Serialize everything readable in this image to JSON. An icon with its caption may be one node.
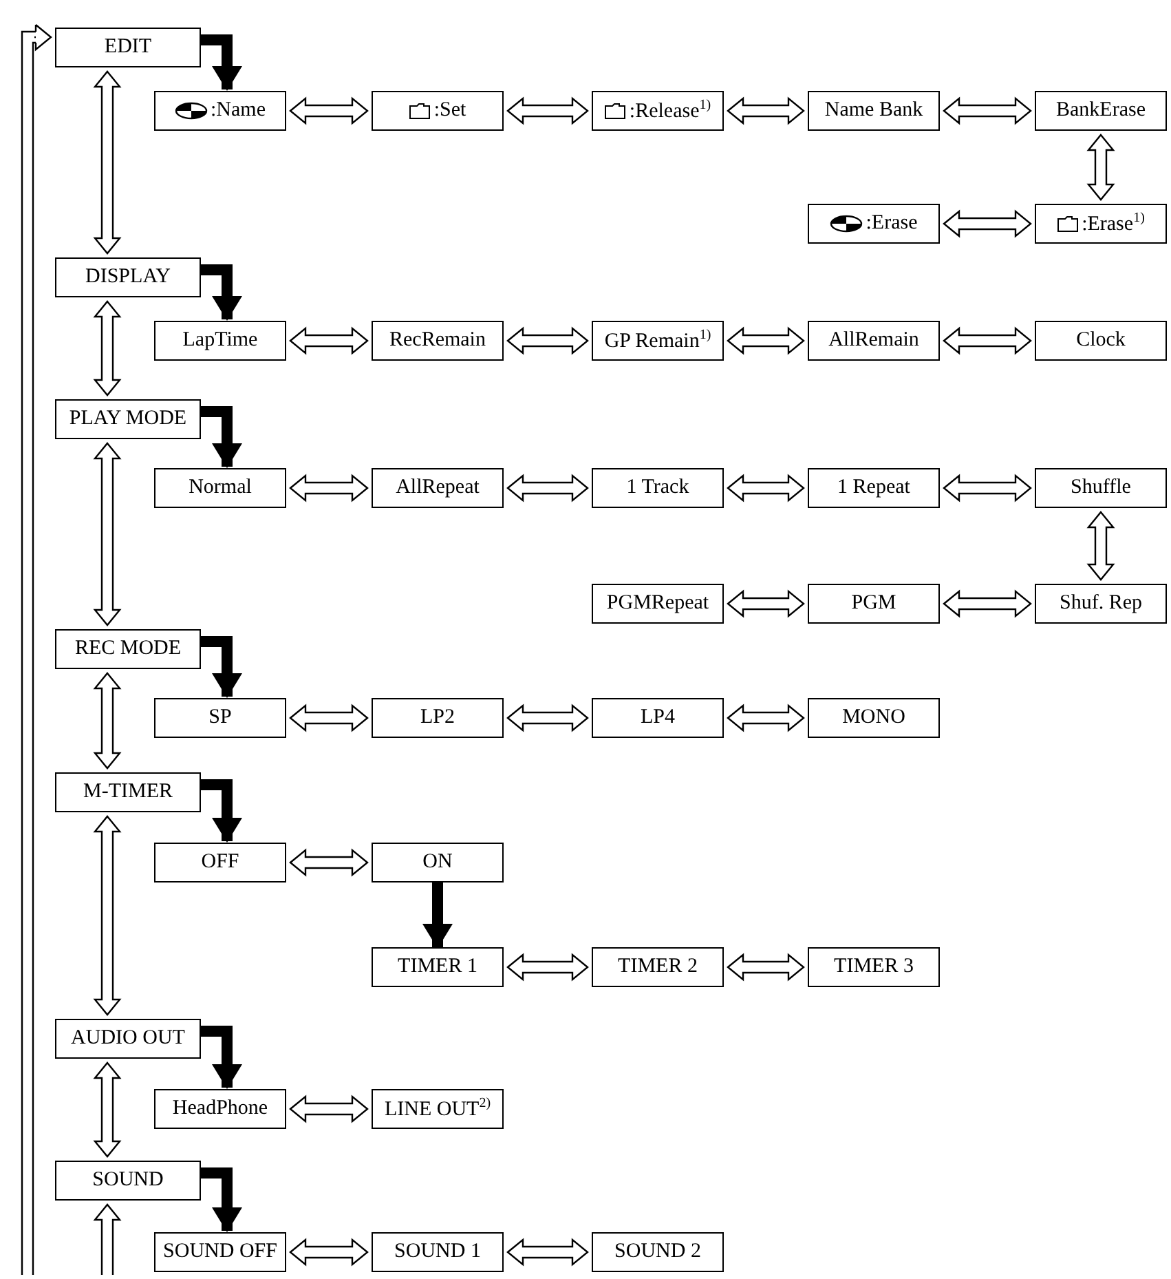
{
  "diagram": {
    "nodes": [
      {
        "text": [
          "EDIT"
        ]
      },
      {
        "text": [
          ":Name"
        ]
      },
      {
        "text": [
          ":Set"
        ]
      },
      {
        "text": [
          ":Release$^{1)}$"
        ]
      },
      {
        "text": [
          "Name Bank"
        ]
      },
      {
        "text": [
          "BankErase"
        ]
      },
      {
        "text": [
          ":Erase"
        ]
      },
      {
        "text": [
          ":Erase$^{1)}$"
        ]
      },
      {
        "text": [
          "DISPLAY"
        ]
      },
      {
        "text": [
          "LapTime"
        ]
      },
      {
        "text": [
          "RecRemain"
        ]
      },
      {
        "text": [
          "GP Remain$^{1)}$"
        ]
      },
      {
        "text": [
          "AllRemain"
        ]
      },
      {
        "text": [
          "Clock"
        ]
      },
      {
        "text": [
          "PLAY MODE"
        ]
      },
      {
        "text": [
          "Normal"
        ]
      },
      {
        "text": [
          "AllRepeat"
        ]
      },
      {
        "text": [
          "1 Track"
        ]
      },
      {
        "text": [
          "1 Repeat"
        ]
      },
      {
        "text": [
          "Shuffle"
        ]
      },
      {
        "text": [
          "PGMRepeat"
        ]
      },
      {
        "text": [
          "PGM"
        ]
      },
      {
        "text": [
          "Shuf. Rep"
        ]
      },
      {
        "text": [
          "REC MODE"
        ]
      },
      {
        "text": [
          "SP"
        ]
      },
      {
        "text": [
          "LP2"
        ]
      },
      {
        "text": [
          "LP4"
        ]
      },
      {
        "text": [
          "MONO"
        ]
      },
      {
        "text": [
          "M-TIMER"
        ]
      },
      {
        "text": [
          "OFF"
        ]
      },
      {
        "text": [
          "ON"
        ]
      },
      {
        "text": [
          "TIMER 1"
        ]
      },
      {
        "text": [
          "TIMER 2"
        ]
      },
      {
        "text": [
          "TIMER 3"
        ]
      },
      {
        "text": [
          "AUDIO OUT"
        ]
      },
      {
        "text": [
          "HeadPhone"
        ]
      },
      {
        "text": [
          "LINE OUT$^{2)}$"
        ]
      },
      {
        "text": [
          "SOUND"
        ]
      },
      {
        "text": [
          "SOUND OFF"
        ]
      },
      {
        "text": [
          "SOUND 1"
        ]
      },
      {
        "text": [
          "SOUND 2"
        ]
      }
    ],
    "edges": [
      {
        "from": 0,
        "to": 1,
        "arrow": "to"
      },
      {
        "from": 1,
        "to": 2,
        "arrow": "both"
      },
      {
        "from": 2,
        "to": 3,
        "arrow": "both"
      },
      {
        "from": 3,
        "to": 4,
        "arrow": "both"
      },
      {
        "from": 4,
        "to": 5,
        "arrow": "both"
      },
      {
        "from": 5,
        "to": 7,
        "arrow": "both"
      },
      {
        "from": 6,
        "to": 7,
        "arrow": "both"
      },
      {
        "from": 0,
        "to": 8,
        "arrow": "both"
      },
      {
        "from": 8,
        "to": 9,
        "arrow": "to"
      },
      {
        "from": 9,
        "to": 10,
        "arrow": "both"
      },
      {
        "from": 10,
        "to": 11,
        "arrow": "both"
      },
      {
        "from": 11,
        "to": 12,
        "arrow": "both"
      },
      {
        "from": 12,
        "to": 13,
        "arrow": "both"
      },
      {
        "from": 8,
        "to": 14,
        "arrow": "both"
      },
      {
        "from": 14,
        "to": 15,
        "arrow": "to"
      },
      {
        "from": 15,
        "to": 16,
        "arrow": "both"
      },
      {
        "from": 16,
        "to": 17,
        "arrow": "both"
      },
      {
        "from": 17,
        "to": 18,
        "arrow": "both"
      },
      {
        "from": 18,
        "to": 19,
        "arrow": "both"
      },
      {
        "from": 19,
        "to": 22,
        "arrow": "both"
      },
      {
        "from": 21,
        "to": 22,
        "arrow": "both"
      },
      {
        "from": 20,
        "to": 21,
        "arrow": "both"
      },
      {
        "from": 14,
        "to": 23,
        "arrow": "both"
      },
      {
        "from": 23,
        "to": 24,
        "arrow": "to"
      },
      {
        "from": 24,
        "to": 25,
        "arrow": "both"
      },
      {
        "from": 25,
        "to": 26,
        "arrow": "both"
      },
      {
        "from": 26,
        "to": 27,
        "arrow": "both"
      },
      {
        "from": 23,
        "to": 28,
        "arrow": "both"
      },
      {
        "from": 28,
        "to": 29,
        "arrow": "to"
      },
      {
        "from": 29,
        "to": 30,
        "arrow": "both"
      },
      {
        "from": 30,
        "to": 31,
        "arrow": "to"
      },
      {
        "from": 31,
        "to": 32,
        "arrow": "both"
      },
      {
        "from": 32,
        "to": 33,
        "arrow": "both"
      },
      {
        "from": 28,
        "to": 34,
        "arrow": "both"
      },
      {
        "from": 34,
        "to": 35,
        "arrow": "to"
      },
      {
        "from": 35,
        "to": 36,
        "arrow": "both"
      },
      {
        "from": 34,
        "to": 37,
        "arrow": "both"
      },
      {
        "from": 37,
        "to": 38,
        "arrow": "to"
      },
      {
        "from": 38,
        "to": 39,
        "arrow": "both"
      },
      {
        "from": 39,
        "to": 40,
        "arrow": "both"
      },
      {
        "from": null,
        "to": 37,
        "arrow": "to"
      },
      {
        "from": null,
        "to": 0,
        "arrow": "to"
      }
    ]
  }
}
